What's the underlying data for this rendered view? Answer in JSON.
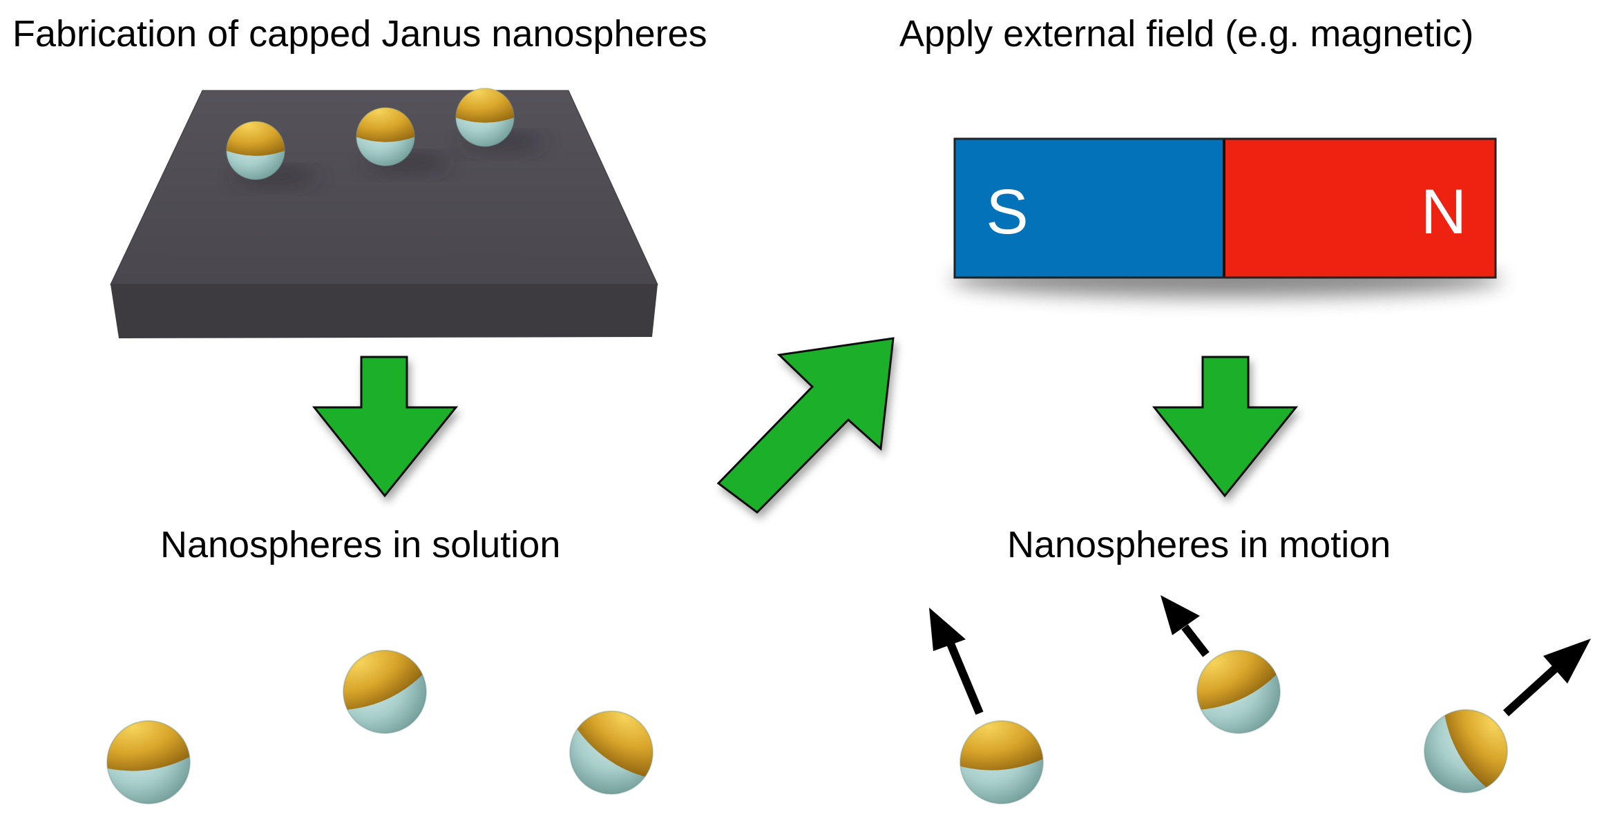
{
  "labels": {
    "fabrication": "Fabrication of capped Janus nanospheres",
    "apply_field": "Apply external field (e.g. magnetic)",
    "in_solution": "Nanospheres in solution",
    "in_motion": "Nanospheres in motion"
  },
  "magnet": {
    "south_label": "S",
    "north_label": "N",
    "south_color": "#0372b8",
    "north_color": "#ee2211"
  },
  "colors": {
    "arrow_green": "#1caf2a",
    "sphere_body": "#a9cfcb",
    "cap_gold": "#d8a52a",
    "substrate": "#4b484d",
    "motion_arrow": "#000000"
  },
  "icons": {
    "process_arrow": "green-block-arrow-icon",
    "motion_arrow": "black-arrow-icon",
    "particle": "janus-nanosphere-icon",
    "magnet": "bar-magnet-icon"
  }
}
